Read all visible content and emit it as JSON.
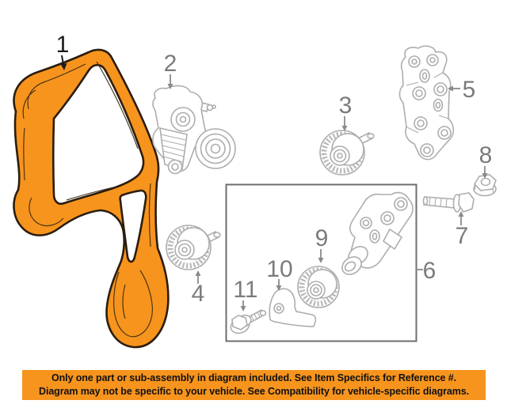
{
  "colors": {
    "background": "#ffffff",
    "belt_highlight_orange": "#f7941d",
    "belt_outline": "#2b1d0e",
    "part_line_gray": "#adadad",
    "label_gray": "#7b7b7b",
    "label_black": "#1b1b1b",
    "inset_box_border": "#6e6e6e",
    "banner_bg": "#f7941d",
    "banner_text": "#111111"
  },
  "labels": [
    "1",
    "2",
    "3",
    "4",
    "5",
    "6",
    "7",
    "8",
    "9",
    "10",
    "11"
  ],
  "banner": {
    "line1": "Only one part or sub-assembly in diagram included. See Item Specifics for Reference #.",
    "line2": "Diagram may not be specific to your vehicle. See Compatibility for vehicle-specific diagrams."
  }
}
